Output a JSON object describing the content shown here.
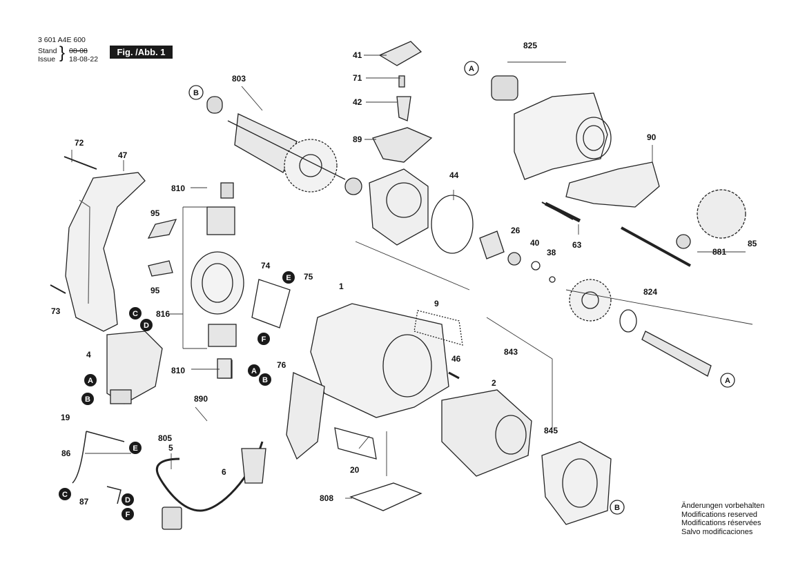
{
  "header": {
    "part_number": "3 601 A4E 600",
    "stand_label": "Stand",
    "issue_label": "Issue",
    "old_date": "08-08",
    "new_date": "18-08-22",
    "figure": "Fig. /Abb. 1"
  },
  "parts": {
    "p41": "41",
    "p71": "71",
    "p42": "42",
    "p89": "89",
    "p803": "803",
    "p825": "825",
    "p90": "90",
    "p72": "72",
    "p47": "47",
    "p810a": "810",
    "p95a": "95",
    "p95b": "95",
    "p73": "73",
    "p816": "816",
    "p74": "74",
    "p75": "75",
    "p1": "1",
    "p9": "9",
    "p44": "44",
    "p26": "26",
    "p40": "40",
    "p38": "38",
    "p63": "63",
    "p881": "881",
    "p85": "85",
    "p824": "824",
    "p843": "843",
    "p4": "4",
    "p19": "19",
    "p810b": "810",
    "p76": "76",
    "p46": "46",
    "p2": "2",
    "p890": "890",
    "p805": "805",
    "p5": "5",
    "p86": "86",
    "p6": "6",
    "p20": "20",
    "p845": "845",
    "p808": "808",
    "p87": "87"
  },
  "markers": {
    "A": "A",
    "B": "B",
    "C": "C",
    "D": "D",
    "E": "E",
    "F": "F"
  },
  "notes": [
    "Änderungen vorbehalten",
    "Modifications reserved",
    "Modifications réservées",
    "Salvo modificaciones"
  ]
}
